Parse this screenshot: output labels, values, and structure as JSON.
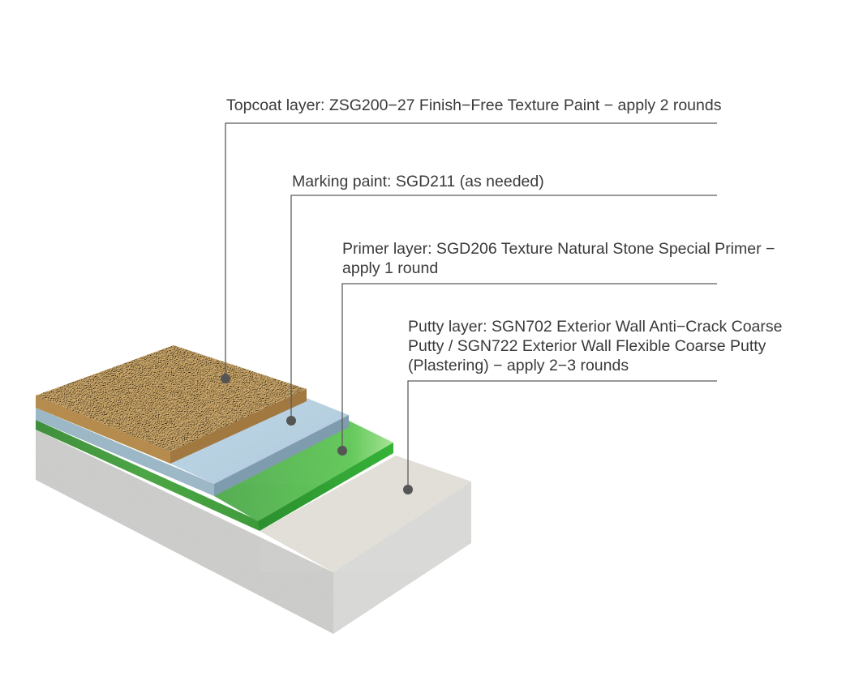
{
  "layers": [
    {
      "id": "topcoat",
      "text": "Topcoat layer: ZSG200−27 Finish−Free Texture Paint − apply 2 rounds",
      "color": "#d4ad6e"
    },
    {
      "id": "marking",
      "text": "Marking paint: SGD211 (as needed)",
      "color": "#a9c6d8"
    },
    {
      "id": "primer",
      "text": "Primer layer: SGD206 Texture Natural Stone Special Primer −\napply 1 round",
      "color": "#3fb63a"
    },
    {
      "id": "putty",
      "text": "Putty layer: SGN702 Exterior Wall Anti−Crack Coarse\nPutty / SGN722 Exterior Wall Flexible Coarse Putty\n(Plastering) − apply 2−3 rounds",
      "color": "#d3d0c8"
    }
  ],
  "colors": {
    "leader_line": "#5a5a5a",
    "marker_dot": "#555555",
    "substrate_side": "#bdbdbb",
    "substrate_front": "#cfcfcd"
  }
}
